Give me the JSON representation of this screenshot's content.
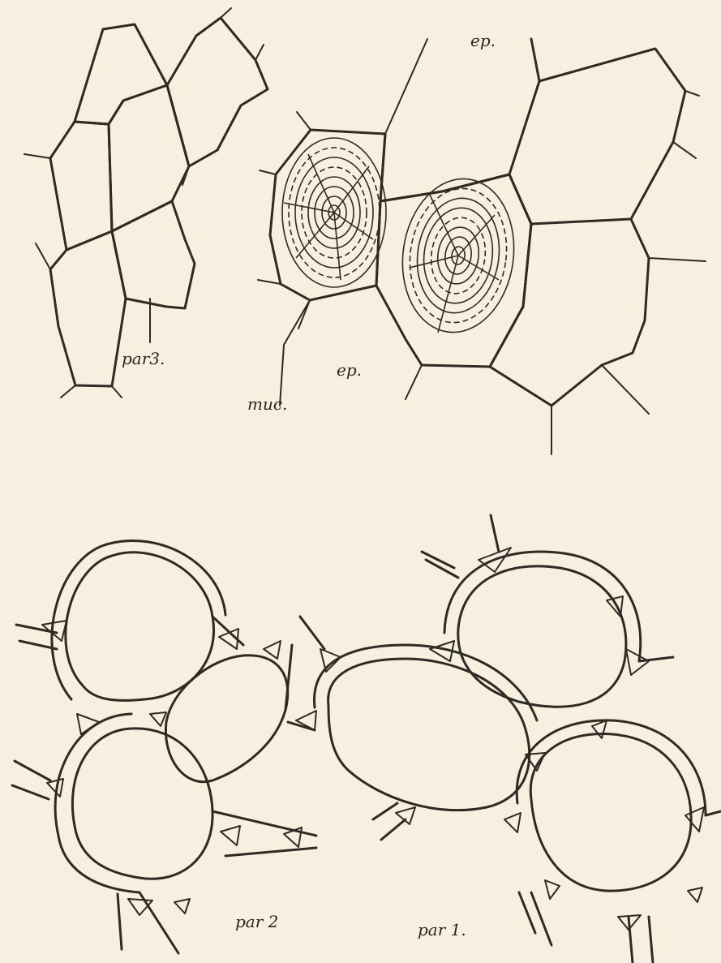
{
  "labels": {
    "ep_top": "ep.",
    "ep_mid": "ep.",
    "muc": "muc.",
    "par3": "par3.",
    "par2": "par 2",
    "par1": "par 1."
  },
  "colors": {
    "paper": "#f7f0e1",
    "ink": "#2f2a24"
  }
}
